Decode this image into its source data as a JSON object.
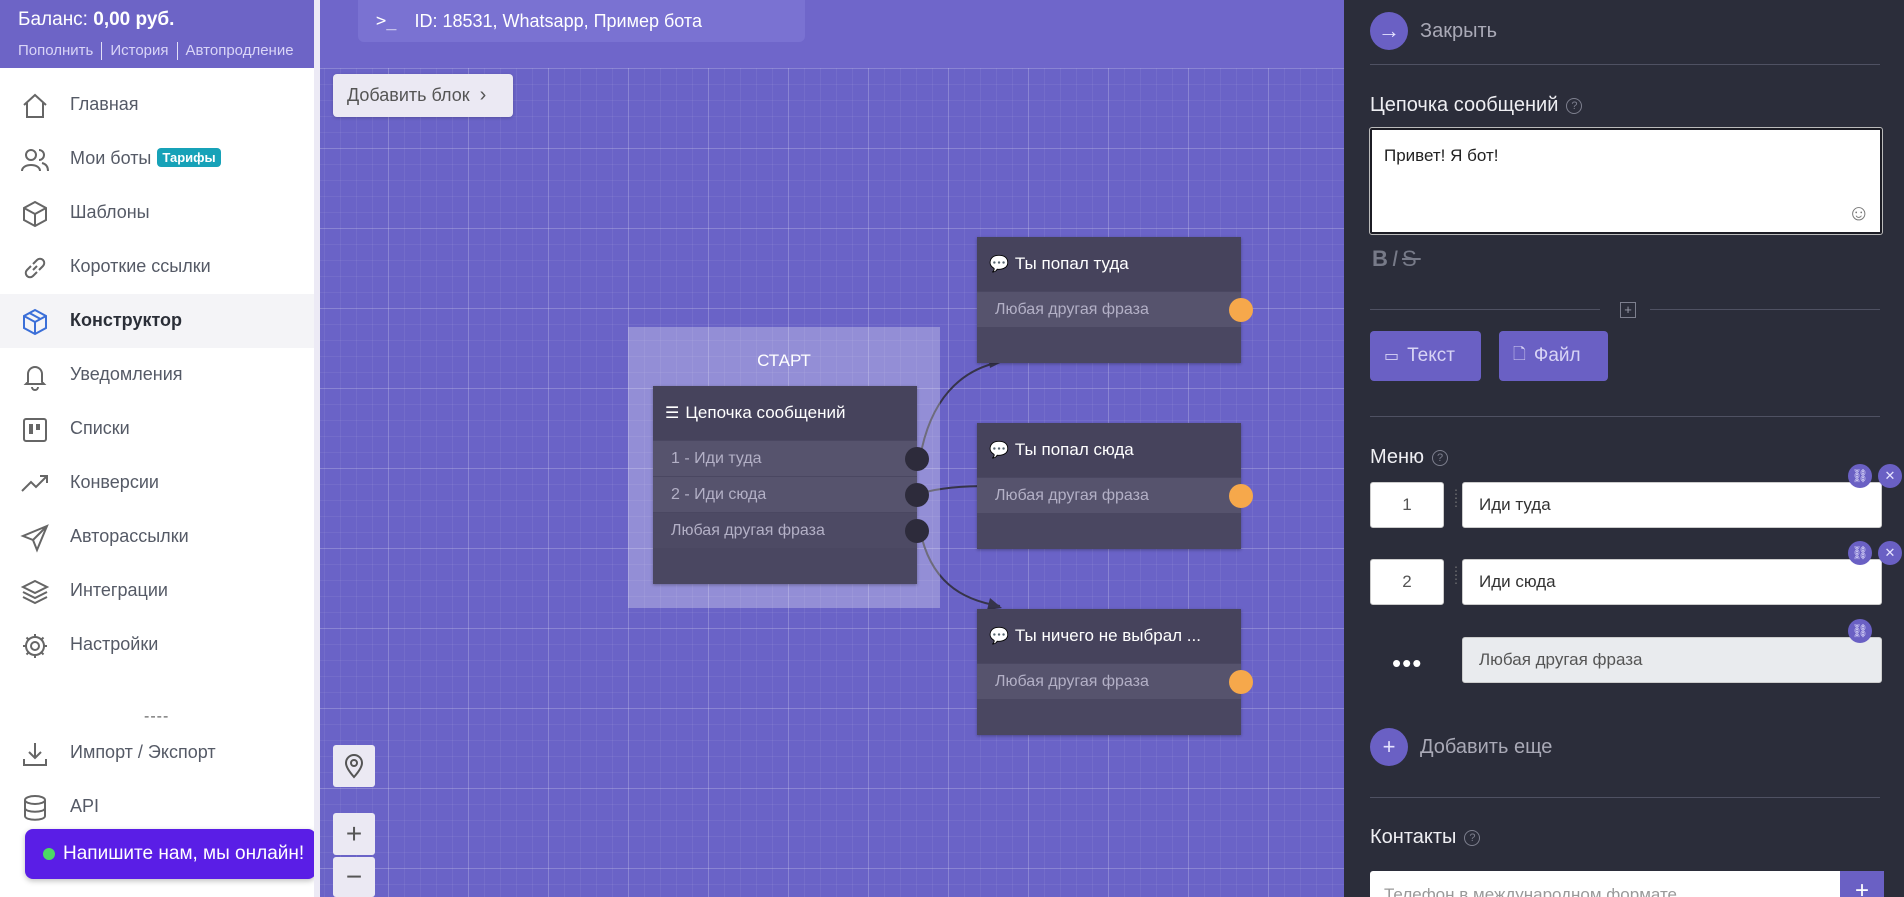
{
  "balance": {
    "label": "Баланс:",
    "amount": "0,00 руб.",
    "links": [
      "Пополнить",
      "История",
      "Автопродление"
    ]
  },
  "nav": {
    "items": [
      {
        "label": "Главная",
        "icon": "home-icon"
      },
      {
        "label": "Мои боты",
        "icon": "users-icon",
        "badge": "Тарифы"
      },
      {
        "label": "Шаблоны",
        "icon": "box-icon"
      },
      {
        "label": "Короткие ссылки",
        "icon": "link-icon"
      },
      {
        "label": "Конструктор",
        "icon": "cube-icon",
        "active": true
      },
      {
        "label": "Уведомления",
        "icon": "bell-icon"
      },
      {
        "label": "Списки",
        "icon": "list-icon"
      },
      {
        "label": "Конверсии",
        "icon": "trend-icon"
      },
      {
        "label": "Авторассылки",
        "icon": "send-icon"
      },
      {
        "label": "Интеграции",
        "icon": "layers-icon"
      },
      {
        "label": "Настройки",
        "icon": "gear-icon"
      }
    ],
    "separator": "----",
    "bottom": [
      {
        "label": "Импорт / Экспорт",
        "icon": "download-icon"
      },
      {
        "label": "API",
        "icon": "database-icon"
      }
    ]
  },
  "chat": {
    "label": "Напишите нам, мы онлайн!"
  },
  "canvas": {
    "bot_id": "ID: 18531, Whatsapp, Пример бота",
    "add_block": "Добавить блок",
    "start_label": "СТАРТ",
    "start_node": {
      "title": "Цепочка сообщений",
      "rows": [
        "1 - Иди туда",
        "2 - Иди сюда",
        "Любая другая фраза"
      ]
    },
    "nodes": [
      {
        "title": "Ты попал туда",
        "row": "Любая другая фраза"
      },
      {
        "title": "Ты попал сюда",
        "row": "Любая другая фраза"
      },
      {
        "title": "Ты ничего не выбрал ...",
        "row": "Любая другая фраза"
      }
    ]
  },
  "panel": {
    "close": "Закрыть",
    "chain_title": "Цепочка сообщений",
    "message": "Привет! Я бот!",
    "format": {
      "bold": "B",
      "italic": "I",
      "strike": "S"
    },
    "buttons": {
      "text": "Текст",
      "file": "Файл"
    },
    "menu_title": "Меню",
    "menu": [
      {
        "num": "1",
        "text": "Иди туда"
      },
      {
        "num": "2",
        "text": "Иди сюда"
      }
    ],
    "menu_default": "Любая другая фраза",
    "add_more": "Добавить еще",
    "contacts_title": "Контакты",
    "phone_placeholder": "Телефон в международном формате"
  },
  "colors": {
    "accent": "#6a60c4",
    "canvas": "#6a63c7",
    "panel": "#2b2d3a",
    "port": "#f6a84b"
  }
}
